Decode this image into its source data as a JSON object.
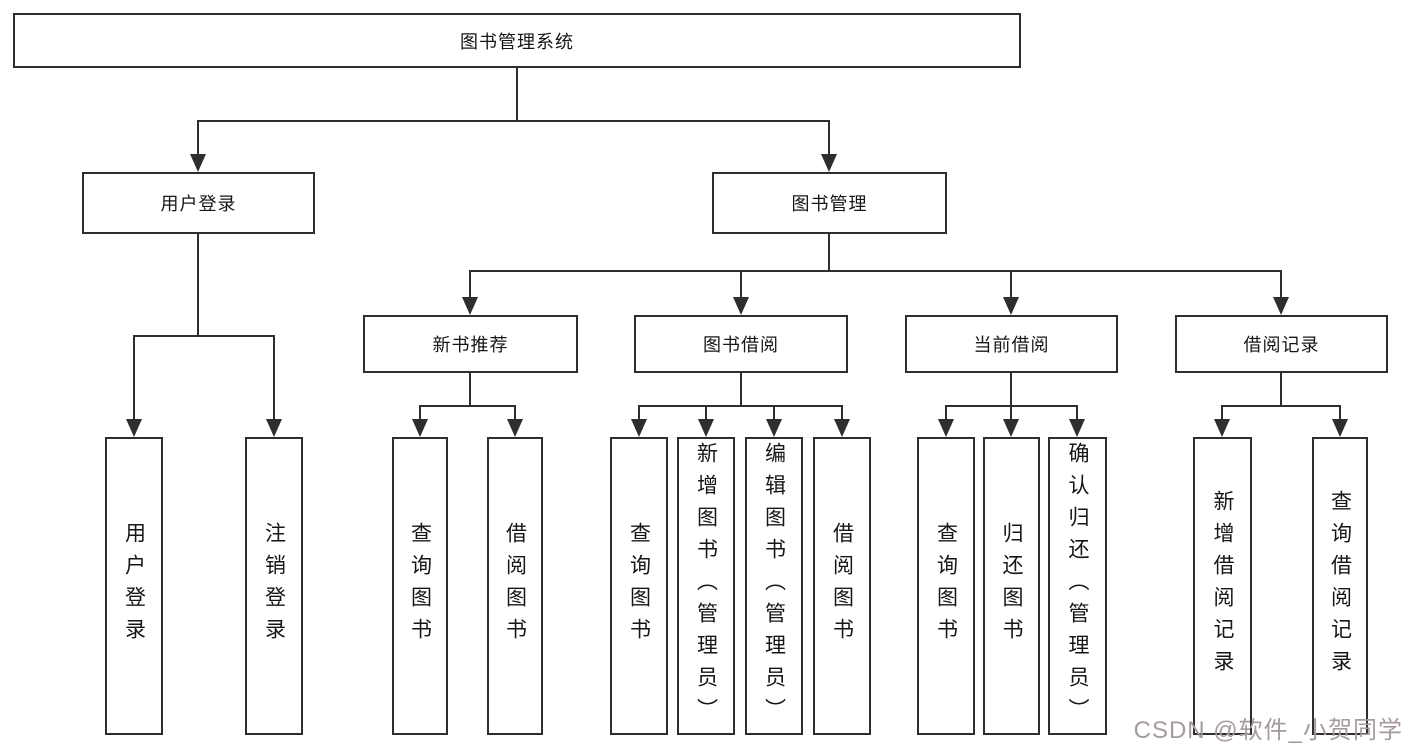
{
  "colors": {
    "line": "#2e2e2e",
    "text": "#161616",
    "bg": "#ffffff",
    "watermark": "#a79a9a"
  },
  "watermark": {
    "text": "CSDN @软件_小贺同学"
  },
  "tree": {
    "root": {
      "label": "图书管理系统"
    },
    "branches": [
      {
        "label": "用户登录",
        "children": [
          {
            "label": "用户登录"
          },
          {
            "label": "注销登录"
          }
        ]
      },
      {
        "label": "图书管理",
        "sections": [
          {
            "label": "新书推荐",
            "children": [
              {
                "label": "查询图书"
              },
              {
                "label": "借阅图书"
              }
            ]
          },
          {
            "label": "图书借阅",
            "children": [
              {
                "label": "查询图书"
              },
              {
                "label": "新增图书（管理员）"
              },
              {
                "label": "编辑图书（管理员）"
              },
              {
                "label": "借阅图书"
              }
            ]
          },
          {
            "label": "当前借阅",
            "children": [
              {
                "label": "查询图书"
              },
              {
                "label": "归还图书"
              },
              {
                "label": "确认归还（管理员）"
              }
            ]
          },
          {
            "label": "借阅记录",
            "children": [
              {
                "label": "新增借阅记录"
              },
              {
                "label": "查询借阅记录"
              }
            ]
          }
        ]
      }
    ]
  }
}
